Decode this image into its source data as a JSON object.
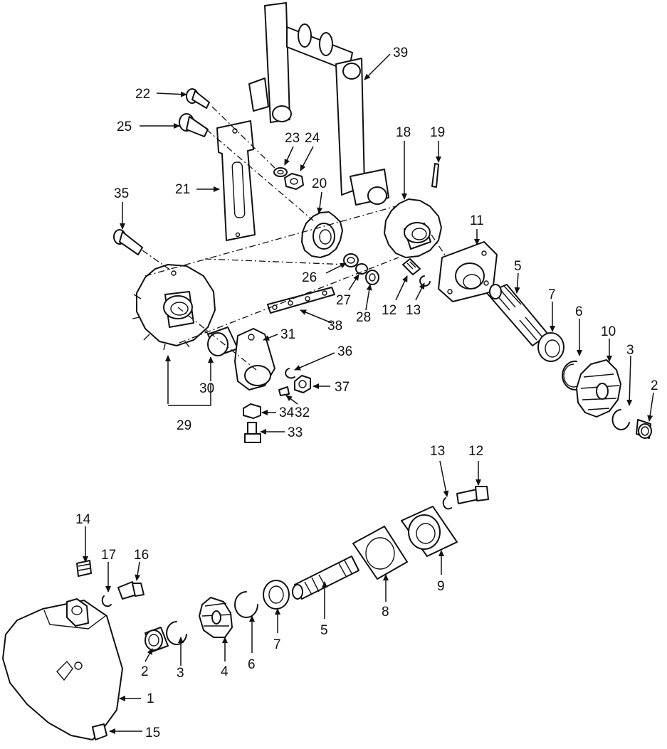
{
  "colors": {
    "ink": "#111111",
    "paper": "#ffffff"
  },
  "callouts": {
    "c1": "1",
    "c2_top": "2",
    "c2_bot": "2",
    "c3_top": "3",
    "c3_bot": "3",
    "c4": "4",
    "c5_top": "5",
    "c5_bot": "5",
    "c6_top": "6",
    "c6_bot": "6",
    "c7_top": "7",
    "c7_bot": "7",
    "c8": "8",
    "c9": "9",
    "c10": "10",
    "c11": "11",
    "c12_top": "12",
    "c12_bot": "12",
    "c13_top": "13",
    "c13_bot": "13",
    "c14": "14",
    "c15": "15",
    "c16": "16",
    "c17": "17",
    "c18": "18",
    "c19": "19",
    "c20": "20",
    "c21": "21",
    "c22": "22",
    "c23": "23",
    "c24": "24",
    "c25": "25",
    "c26": "26",
    "c27": "27",
    "c28": "28",
    "c29": "29",
    "c30": "30",
    "c31": "31",
    "c32": "32",
    "c33": "33",
    "c34": "34",
    "c35": "35",
    "c36": "36",
    "c37": "37",
    "c38": "38",
    "c39": "39"
  }
}
